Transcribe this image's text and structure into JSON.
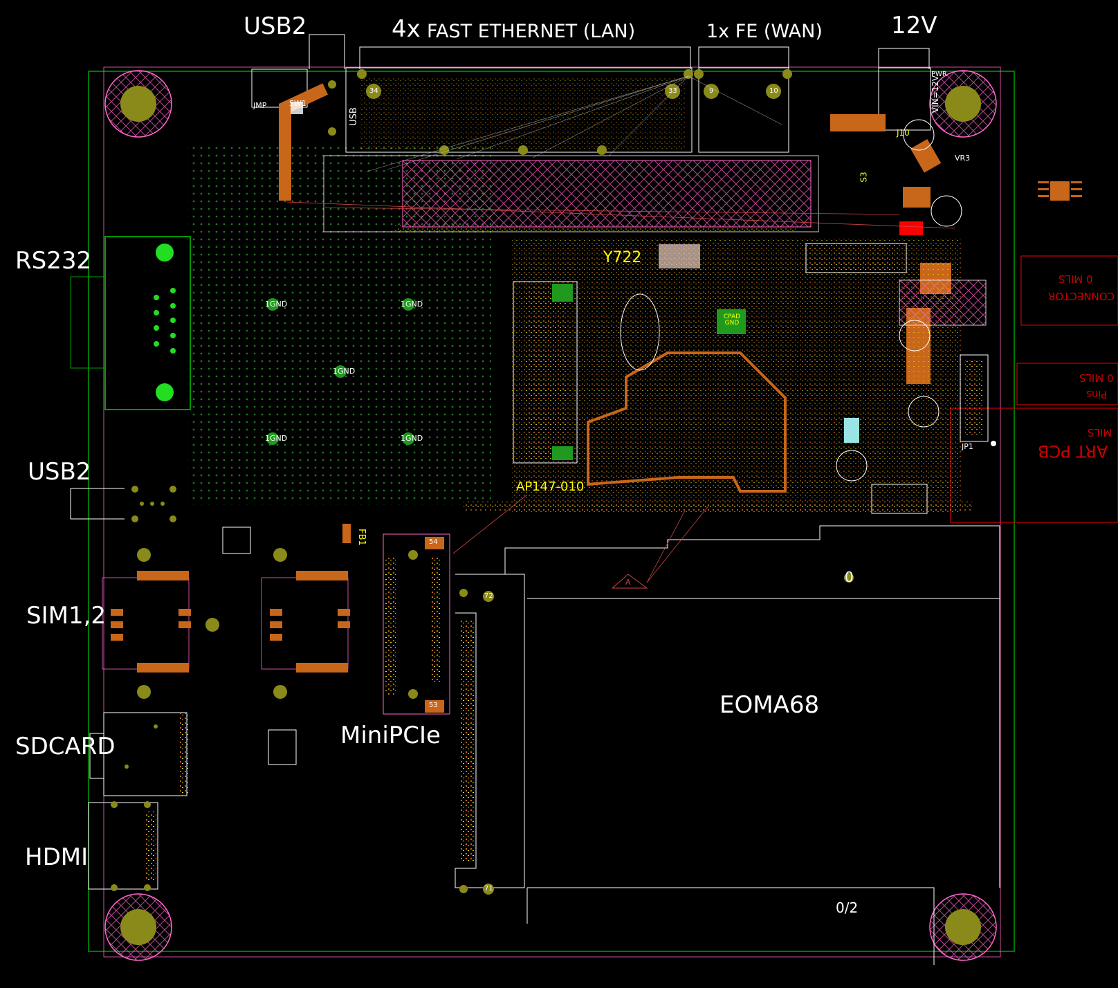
{
  "labels": {
    "usb2_top": "USB2",
    "lan_count": "4x",
    "lan": "FAST ETHERNET (LAN)",
    "wan": "1x FE (WAN)",
    "power": "12V",
    "rs232": "RS232",
    "usb2_left": "USB2",
    "sim": "SIM1,2",
    "sdcard": "SDCARD",
    "hdmi": "HDMI",
    "minipcie": "MiniPCIe",
    "eoma68": "EOMA68",
    "board_code": "AP147-010",
    "crystal": "Y722",
    "fb1": "FB1",
    "jp1": "JP1",
    "sw1": "SW1",
    "jmp": "JMP",
    "usb_silk": "USB",
    "vr3": "VR3",
    "j10": "J10",
    "s3": "S3",
    "vin": "VIN=12V",
    "pwr": "PWR",
    "cpad": "CPAD GND",
    "gnd": "1GND",
    "pin_54": "54",
    "pin_53": "53",
    "pin_72": "72",
    "pin_71": "71",
    "port_34": "34",
    "port_33": "33",
    "port_9": "9",
    "port_10": "10",
    "zero": "0",
    "zero2": "0/2",
    "a_mark": "A",
    "conn_text": "CONNECTOR",
    "mils_text_1": "0 MILS",
    "mils_text_2": "0 MILS",
    "pins_text": "Pins",
    "uart_text": "ART PCB",
    "mils_text_3": "MILS"
  },
  "colors": {
    "board_bg": "#000000",
    "outline": "#00a000",
    "copper": "#c8661a",
    "pad": "#8a8a1a",
    "silk": "#ffff00",
    "keepout": "#ff66cc",
    "label": "#ffffff",
    "via": "#1f9a1f",
    "bright_pad": "#22dd22",
    "red_zone": "#cc0000"
  }
}
